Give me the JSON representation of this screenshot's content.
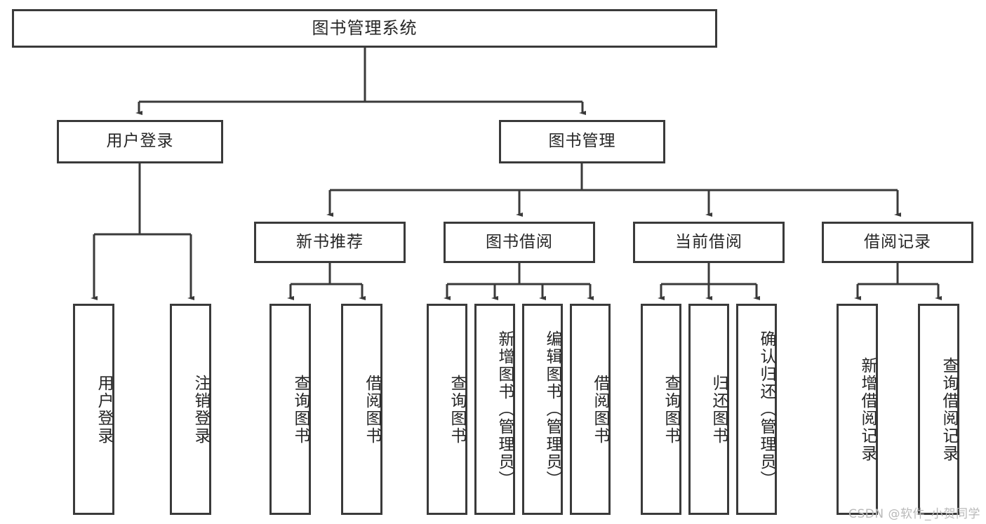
{
  "diagram": {
    "type": "tree",
    "title": "图书管理系统",
    "root": {
      "label": "图书管理系统"
    },
    "level2": [
      {
        "label": "用户登录"
      },
      {
        "label": "图书管理"
      }
    ],
    "level3": [
      {
        "label": "新书推荐"
      },
      {
        "label": "图书借阅"
      },
      {
        "label": "当前借阅"
      },
      {
        "label": "借阅记录"
      }
    ],
    "leaves_user_login": [
      {
        "label": "用户登录"
      },
      {
        "label": "注销登录"
      }
    ],
    "leaves_new_book": [
      {
        "label": "查询图书"
      },
      {
        "label": "借阅图书"
      }
    ],
    "leaves_borrow": [
      {
        "label": "查询图书"
      },
      {
        "label": "新增图书（管理员）"
      },
      {
        "label": "编辑图书（管理员）"
      },
      {
        "label": "借阅图书"
      }
    ],
    "leaves_current": [
      {
        "label": "查询图书"
      },
      {
        "label": "归还图书"
      },
      {
        "label": "确认归还（管理员）"
      }
    ],
    "leaves_records": [
      {
        "label": "新增借阅记录"
      },
      {
        "label": "查询借阅记录"
      }
    ]
  },
  "colors": {
    "stroke": "#3a3a3a",
    "text": "#262626",
    "background": "#ffffff",
    "watermark": "#b9b9b9"
  },
  "watermark": {
    "text": "CSDN @软件_小贺同学"
  }
}
